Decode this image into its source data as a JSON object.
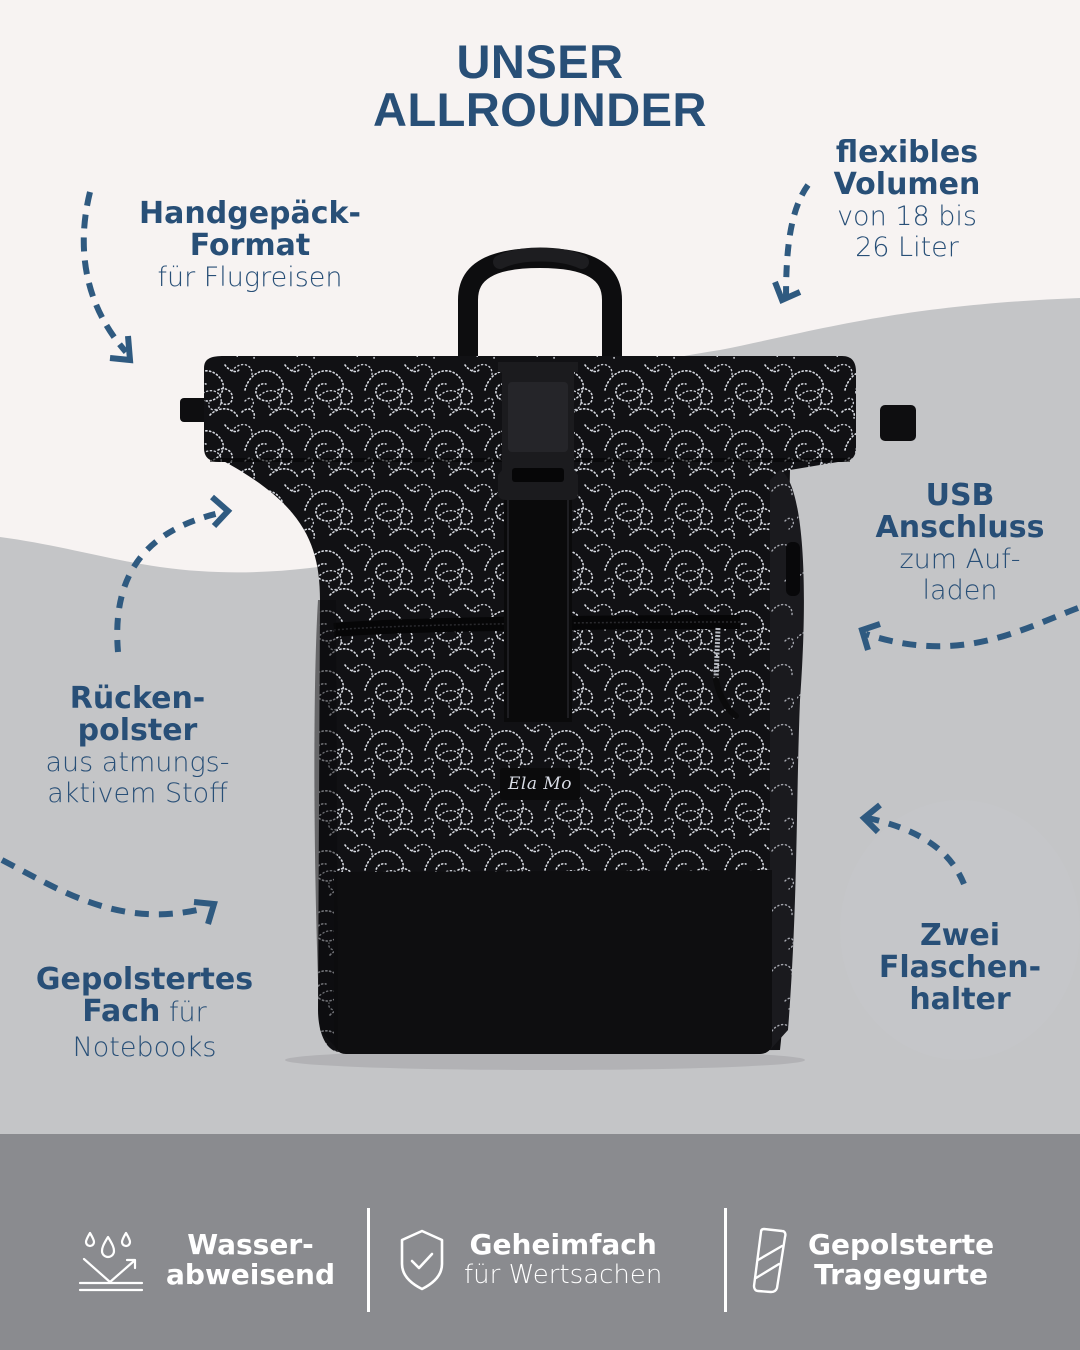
{
  "colors": {
    "background_top": "#f7f3f2",
    "background_wave": "#c4c5c7",
    "bottom_band": "#8a8b8f",
    "accent_text": "#284f77",
    "badge_text": "#ffffff",
    "backpack_body": "#141417"
  },
  "header": {
    "title_line1": "UNSER",
    "title_line2": "ALLROUNDER"
  },
  "features": {
    "carry_on": {
      "bold_line1": "Handgepäck-",
      "bold_line2": "Format",
      "regular_line1": "für Flugreisen",
      "icon": "dashed-arrow-icon"
    },
    "volume": {
      "bold_line1": "flexibles",
      "bold_line2": "Volumen",
      "regular_line1": "von 18 bis",
      "regular_line2": "26 Liter",
      "icon": "dashed-arrow-icon"
    },
    "usb": {
      "bold_line1": "USB",
      "bold_line2": "Anschluss",
      "regular_line1": "zum Auf-",
      "regular_line2": "laden",
      "icon": "dashed-arrow-icon"
    },
    "back_padding": {
      "bold_line1": "Rücken-",
      "bold_line2": "polster",
      "regular_line1": "aus atmungs-",
      "regular_line2": "aktivem Stoff",
      "icon": "dashed-arrow-icon"
    },
    "laptop_compartment": {
      "bold_line1": "Gepolstertes",
      "bold_line2": "Fach",
      "regular_inline": " für",
      "regular_line2": "Notebooks",
      "icon": "dashed-arrow-icon"
    },
    "bottle_holders": {
      "bold_line1": "Zwei",
      "bold_line2": "Flaschen-",
      "bold_line3": "halter",
      "icon": "dashed-arrow-icon"
    }
  },
  "product": {
    "brand_label": "Ela Mo",
    "image": "black-floral-rolltop-backpack"
  },
  "badges": [
    {
      "icon": "water-repellent-icon",
      "bold_line1": "Wasser-",
      "bold_line2": "abweisend"
    },
    {
      "icon": "shield-check-icon",
      "bold_line1": "Geheimfach",
      "regular_line1": "für Wertsachen"
    },
    {
      "icon": "padded-strap-icon",
      "bold_line1": "Gepolsterte",
      "bold_line2": "Tragegurte"
    }
  ]
}
